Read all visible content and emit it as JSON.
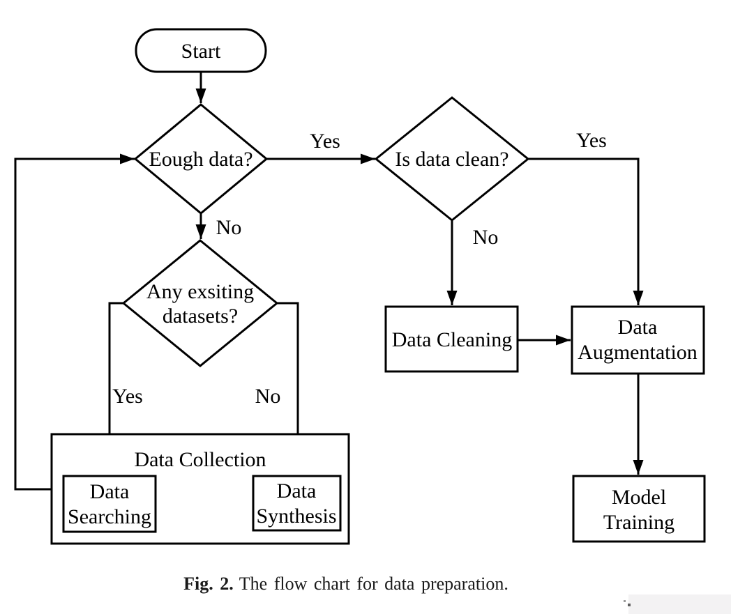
{
  "figure": {
    "caption_label": "Fig. 2.",
    "caption_text": "The flow chart for data preparation."
  },
  "nodes": {
    "start": {
      "label": "Start",
      "type": "terminator"
    },
    "enough_data": {
      "label": "Eough data?",
      "type": "decision"
    },
    "is_data_clean": {
      "label": "Is data clean?",
      "type": "decision"
    },
    "any_existing_datasets": {
      "line1": "Any exsiting",
      "line2": "datasets?",
      "type": "decision"
    },
    "data_cleaning": {
      "label": "Data Cleaning",
      "type": "process"
    },
    "data_augmentation": {
      "line1": "Data",
      "line2": "Augmentation",
      "type": "process"
    },
    "model_training": {
      "line1": "Model",
      "line2": "Training",
      "type": "process"
    },
    "data_collection": {
      "label": "Data Collection",
      "type": "container"
    },
    "data_searching": {
      "line1": "Data",
      "line2": "Searching",
      "type": "process"
    },
    "data_synthesis": {
      "line1": "Data",
      "line2": "Synthesis",
      "type": "process"
    }
  },
  "edge_labels": {
    "enough_data_yes": "Yes",
    "enough_data_no": "No",
    "is_clean_yes": "Yes",
    "is_clean_no": "No",
    "existing_yes": "Yes",
    "existing_no": "No"
  },
  "colors": {
    "stroke": "#000000",
    "background": "#ffffff",
    "text": "#000000"
  }
}
